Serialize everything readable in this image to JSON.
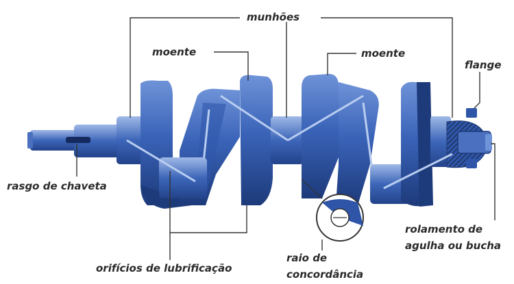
{
  "diagram": {
    "labels": {
      "munhoes": "munhões",
      "moente_left": "moente",
      "moente_right": "moente",
      "flange": "flange",
      "rasgo": "rasgo de chaveta",
      "rolamento_1": "rolamento de",
      "rolamento_2": "agulha ou bucha",
      "orificios": "orifícios de lubrificação",
      "raio_1": "raio de",
      "raio_2": "concordância"
    },
    "colors": {
      "body": "#2e55a8",
      "body_dark": "#1d3a7a",
      "body_light": "#6f93d8",
      "highlight": "#b9cdf0",
      "leader": "#333333"
    }
  }
}
